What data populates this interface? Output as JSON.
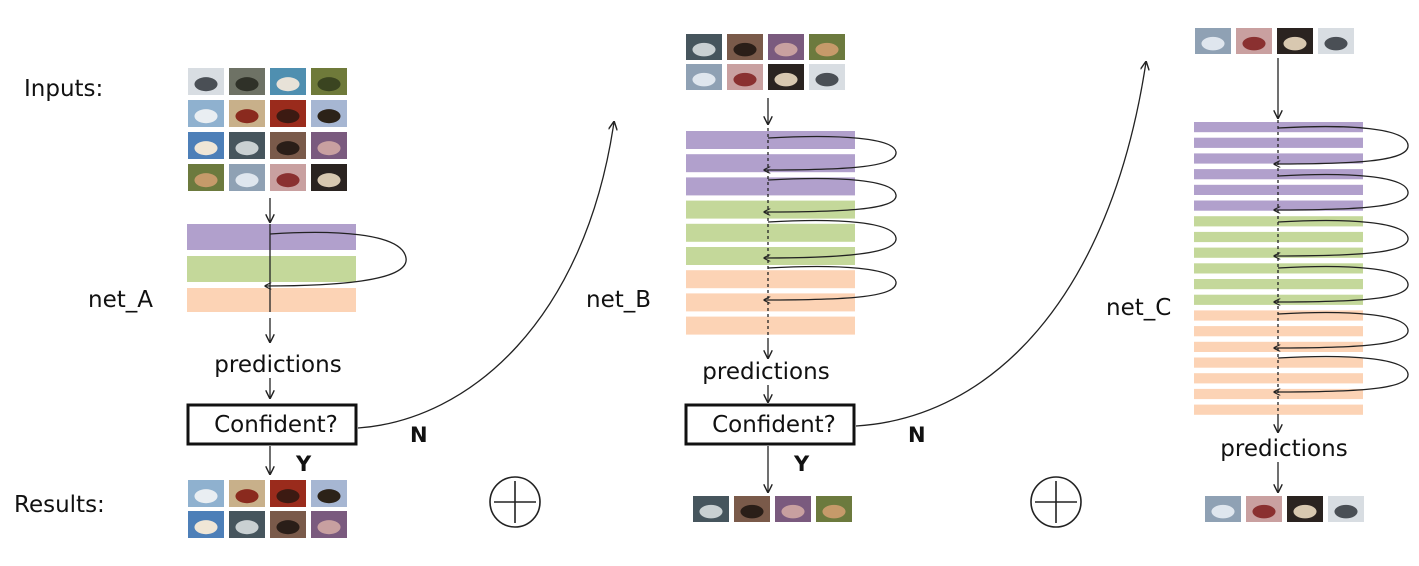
{
  "labels": {
    "inputs": "Inputs:",
    "results": "Results:"
  },
  "nets": [
    {
      "name": "net_A",
      "predictions": "predictions",
      "decision": "Confident?",
      "yes": "Y",
      "no": "N"
    },
    {
      "name": "net_B",
      "predictions": "predictions",
      "decision": "Confident?",
      "yes": "Y",
      "no": "N"
    },
    {
      "name": "net_C",
      "predictions": "predictions"
    }
  ],
  "colors": {
    "purple": "#b1a0cc",
    "green": "#c4d89a",
    "orange": "#fcd3b5",
    "line": "#222222"
  },
  "thumbnail_palettes": [
    [
      "#d8dde2",
      "#4a4f55"
    ],
    [
      "#6e7265",
      "#2f3128"
    ],
    [
      "#4f8fb0",
      "#e8e2d8"
    ],
    [
      "#6f7a3a",
      "#3a4420"
    ],
    [
      "#8fb1cf",
      "#e9eef2"
    ],
    [
      "#c8b08a",
      "#8a2a1e"
    ],
    [
      "#9a2b1c",
      "#3c1a12"
    ],
    [
      "#a6b6d2",
      "#2c2218"
    ],
    [
      "#4d7fb8",
      "#f0e6d6"
    ],
    [
      "#46555d",
      "#c9d0d2"
    ],
    [
      "#7a5a4a",
      "#2a1e18"
    ],
    [
      "#7a5a7e",
      "#c8a0a0"
    ],
    [
      "#6c7a3e",
      "#c69a6a"
    ],
    [
      "#8fa1b4",
      "#dfe6ee"
    ],
    [
      "#c9a0a0",
      "#8a3030"
    ],
    [
      "#2a2320",
      "#d8c8b0"
    ]
  ]
}
